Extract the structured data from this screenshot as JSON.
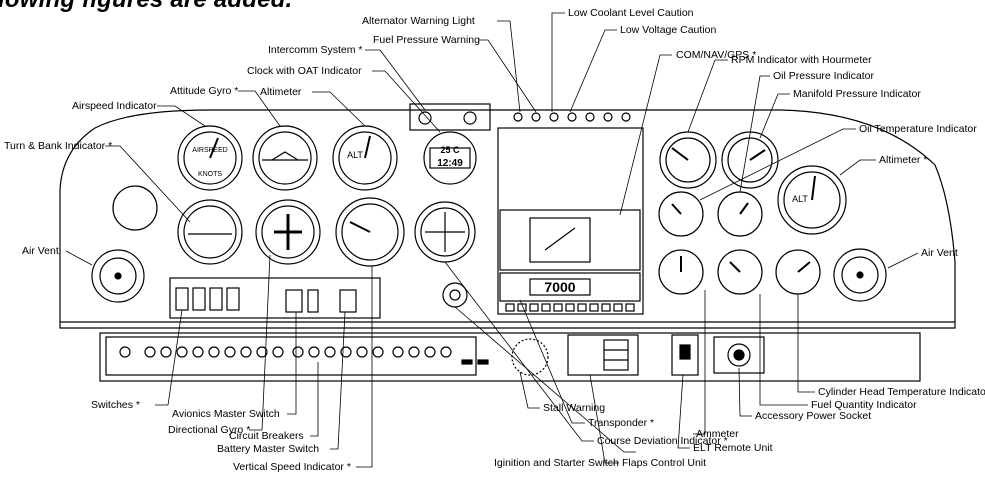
{
  "heading": "lowing figures are added.",
  "labels": {
    "alternator_warning_light": "Alternator Warning Light",
    "fuel_pressure_warning": "Fuel Pressure Warning",
    "intercomm_system": "Intercomm System *",
    "clock_oat": "Clock with OAT Indicator",
    "altimeter_left": "Altimeter",
    "attitude_gyro": "Attitude Gyro *",
    "airspeed_indicator": "Airspeed Indicator",
    "turn_bank": "Turn & Bank Indicator *",
    "air_vent_left": "Air Vent",
    "switches": "Switches *",
    "directional_gyro": "Directional Gyro *",
    "avionics_master": "Avionics Master Switch",
    "circuit_breakers": "Circuit Breakers",
    "battery_master": "Battery Master Switch",
    "vsi": "Vertical Speed Indicator *",
    "low_coolant": "Low Coolant Level Caution",
    "low_voltage": "Low Voltage Caution",
    "com_nav_gps": "COM/NAV/GPS *",
    "rpm_hourmeter": "RPM Indicator with Hourmeter",
    "oil_pressure": "Oil Pressure Indicator",
    "manifold_pressure": "Manifold Pressure Indicator",
    "oil_temperature": "Oil Temperature Indicator",
    "altimeter_right": "Altimeter *",
    "air_vent_right": "Air Vent",
    "cht": "Cylinder Head Temperature Indicator",
    "fuel_quantity": "Fuel Quantity Indicator",
    "accessory_socket": "Accessory Power Socket",
    "ammeter": "Ammeter",
    "elt_remote": "ELT Remote Unit",
    "flaps_control": "Flaps Control Unit",
    "ignition_starter": "Iginition and Starter Switch",
    "cdi": "Course Deviation Indicator *",
    "transponder": "Transponder *",
    "stall_warning": "Stall Warning"
  },
  "gauge_text": {
    "airspeed": "AIRSPEED",
    "knots": "KNOTS",
    "alt": "ALT",
    "oat": "25 C",
    "clock": "12:49",
    "squawk": "7000"
  }
}
